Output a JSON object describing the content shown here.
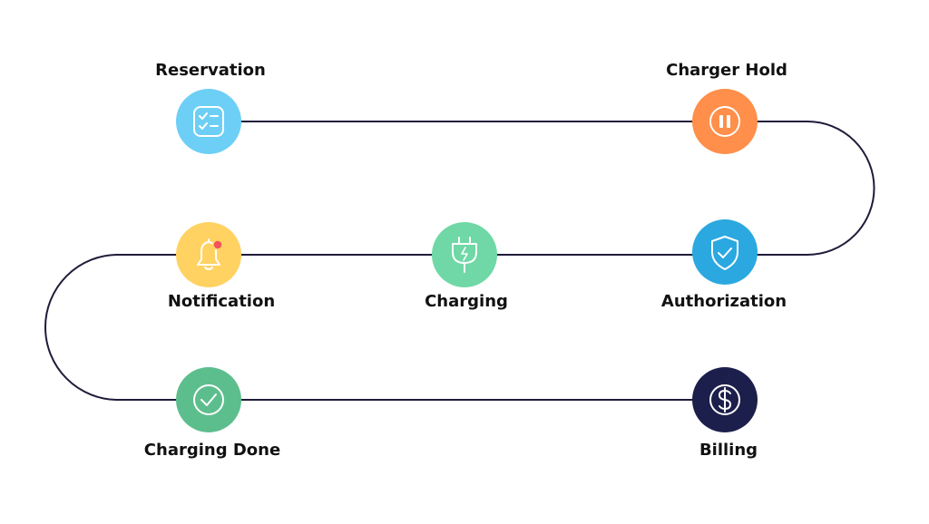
{
  "steps": [
    {
      "label": "Reservation",
      "icon": "checklist-icon",
      "color": "#6DCFF6"
    },
    {
      "label": "Charger Hold",
      "icon": "pause-icon",
      "color": "#FF8F4A"
    },
    {
      "label": "Authorization",
      "icon": "shield-check-icon",
      "color": "#2BA8E0"
    },
    {
      "label": "Charging",
      "icon": "plug-icon",
      "color": "#6FD8A6"
    },
    {
      "label": "Notification",
      "icon": "bell-icon",
      "color": "#FFD262"
    },
    {
      "label": "Charging Done",
      "icon": "check-circle-icon",
      "color": "#5DBE8D"
    },
    {
      "label": "Billing",
      "icon": "dollar-icon",
      "color": "#1C1F4B"
    }
  ],
  "connector_color": "#1F1C3A",
  "notification_dot_color": "#F2545B"
}
